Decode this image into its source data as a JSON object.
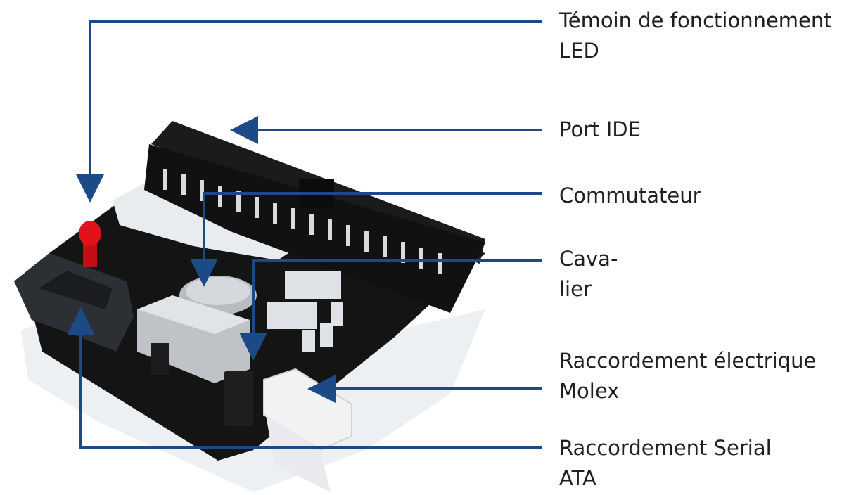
{
  "colors": {
    "leader": "#1c4a86",
    "text": "#1f1f1f",
    "board": "#141414",
    "pcb_light": "#e9ecef",
    "led": "#e0121a",
    "shadow": "#dfe3e7"
  },
  "labels": [
    {
      "id": "led",
      "lines": [
        "Témoin de fonctionnement",
        "LED"
      ]
    },
    {
      "id": "ide",
      "lines": [
        "Port IDE"
      ]
    },
    {
      "id": "switch",
      "lines": [
        "Commutateur"
      ]
    },
    {
      "id": "jumper",
      "lines": [
        "Cava-",
        "lier"
      ]
    },
    {
      "id": "molex",
      "lines": [
        "Raccordement électrique",
        "Molex"
      ]
    },
    {
      "id": "sata",
      "lines": [
        "Raccordement Serial",
        "ATA"
      ]
    }
  ]
}
